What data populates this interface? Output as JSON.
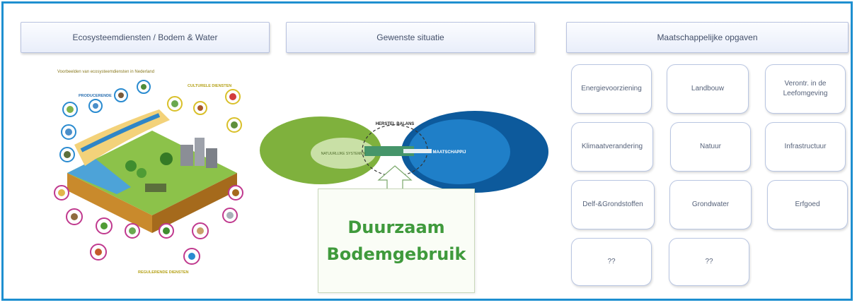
{
  "headers": {
    "left": "Ecosysteemdiensten / Bodem & Water",
    "middle": "Gewenste situatie",
    "right": "Maatschappelijke opgaven"
  },
  "illustration": {
    "title": "Voorbeelden van ecosysteemdiensten in Nederland",
    "groups": {
      "producerende": "PRODUCERENDE",
      "culturele": "CULTURELE DIENSTEN",
      "regulerende": "REGULERENDE DIENSTEN"
    }
  },
  "balance": {
    "label": "HERSTEL BALANS",
    "left_inner": "NATUURLIJKE SYSTEMEN",
    "right_inner": "MAATSCHAPPIJ",
    "colors": {
      "left_outer": "#7fb13d",
      "left_inner": "#c9e0a6",
      "right_outer": "#0d5a9c",
      "right_inner": "#1f7fc8",
      "arrow": "#46956a"
    }
  },
  "duurzaam": {
    "line1": "Duurzaam",
    "line2": "Bodemgebruik",
    "color": "#3f9a3c"
  },
  "opgaven": [
    "Energievoorziening",
    "Landbouw",
    "Verontr. in de\nLeefomgeving",
    "Klimaatverandering",
    "Natuur",
    "Infrastructuur",
    "Delf-&Grondstoffen",
    "Grondwater",
    "Erfgoed",
    "??",
    "??"
  ],
  "accent_color": "#1e8fd0"
}
